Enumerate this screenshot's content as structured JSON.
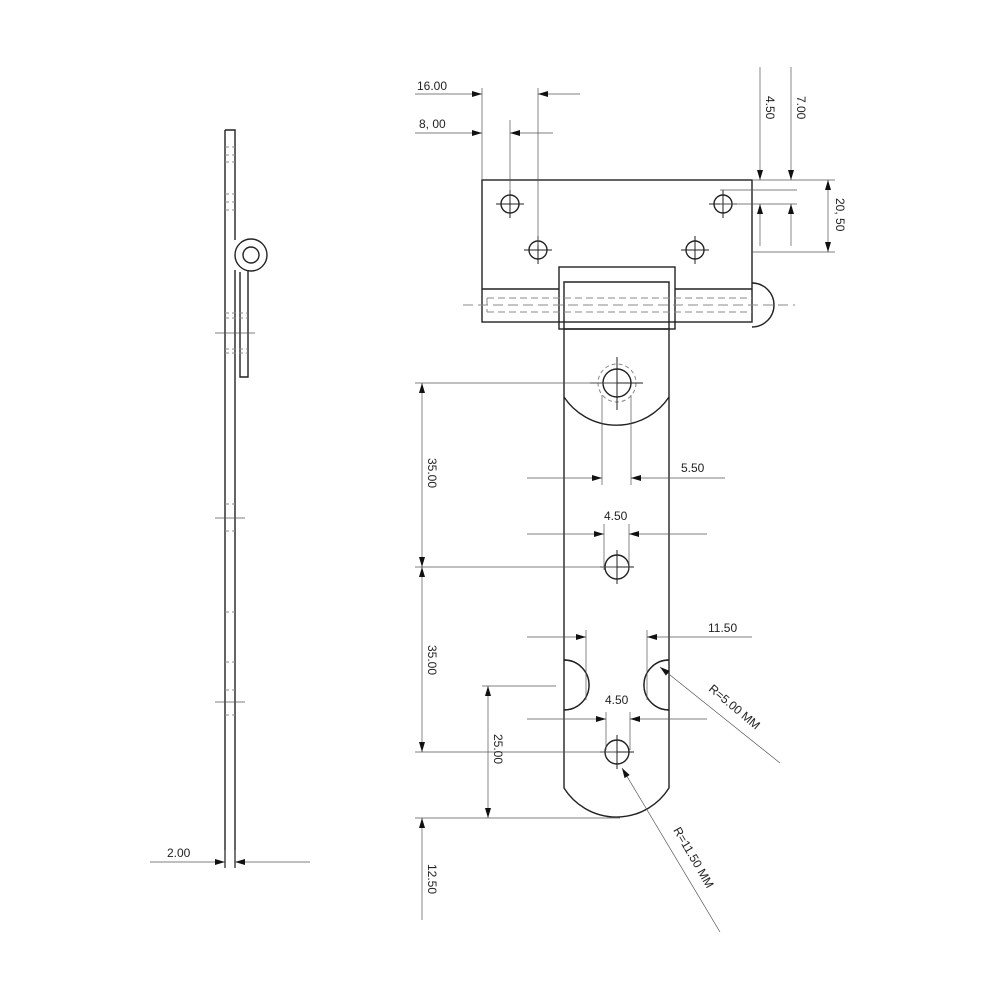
{
  "dimensions": {
    "side_thickness": "2.00",
    "top_hole_offset_16": "16.00",
    "top_hole_offset_8": "8, 00",
    "hole_offset_4_50": "4.50",
    "hole_offset_7": "7.00",
    "plate_height": "20, 50",
    "pivot_hole_dia": "5.50",
    "hole_dia_1": "4.50",
    "hole_pitch_1": "35.00",
    "hole_pitch_2": "35.00",
    "notch_width": "11.50",
    "hole_dia_2": "4.50",
    "end_length": "25.00",
    "end_offset": "12.50",
    "notch_radius": "R=5.00 MM",
    "end_radius": "R=11.50 MM"
  }
}
